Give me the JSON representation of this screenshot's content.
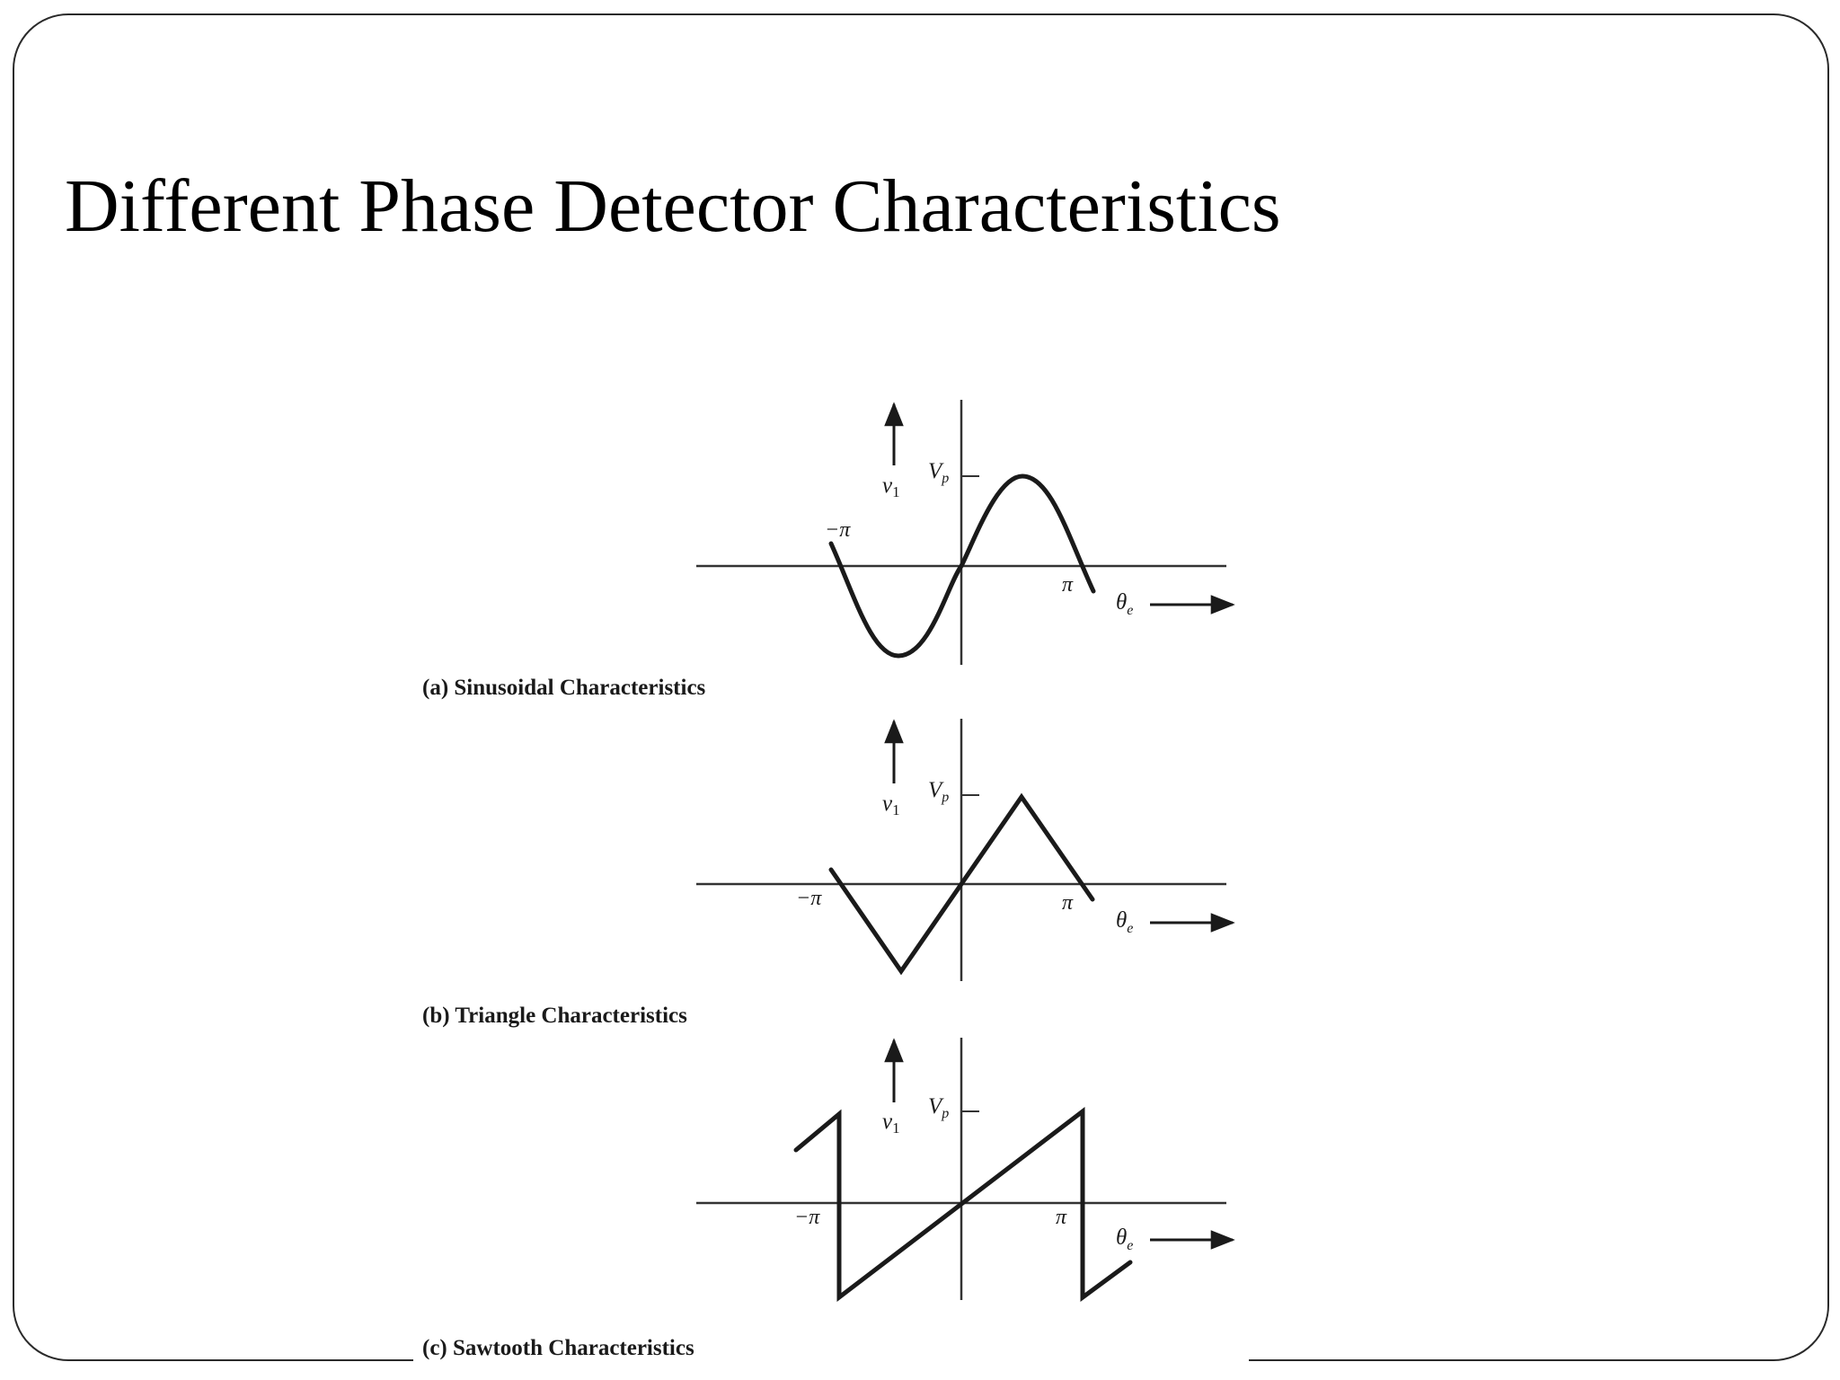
{
  "slide": {
    "title": "Different Phase Detector Characteristics"
  },
  "panels": [
    {
      "id": "sinusoidal",
      "caption": "(a) Sinusoidal Characteristics",
      "y_axis_label": "v",
      "y_axis_subscript": "1",
      "peak_label": "V",
      "peak_subscript": "p",
      "x_axis_label": "θ",
      "x_axis_subscript": "e",
      "neg_pi_label": "−π",
      "pos_pi_label": "π"
    },
    {
      "id": "triangle",
      "caption": "(b) Triangle Characteristics",
      "y_axis_label": "v",
      "y_axis_subscript": "1",
      "peak_label": "V",
      "peak_subscript": "p",
      "x_axis_label": "θ",
      "x_axis_subscript": "e",
      "neg_pi_label": "−π",
      "pos_pi_label": "π"
    },
    {
      "id": "sawtooth",
      "caption": "(c) Sawtooth Characteristics",
      "y_axis_label": "v",
      "y_axis_subscript": "1",
      "peak_label": "V",
      "peak_subscript": "p",
      "x_axis_label": "θ",
      "x_axis_subscript": "e",
      "neg_pi_label": "−π",
      "pos_pi_label": "π"
    }
  ],
  "colors": {
    "ink": "#1a1a1a",
    "axis": "#333333",
    "frame": "#2a2a2a"
  }
}
